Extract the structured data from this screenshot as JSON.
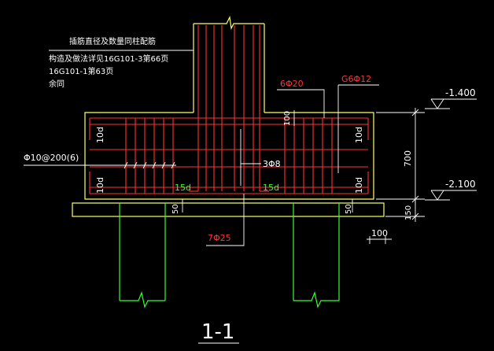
{
  "drawing": {
    "section_title": "1-1",
    "note_top": "插筋直径及数量同柱配筋",
    "note_lines": [
      "构造及做法详见16G101-3第66页",
      "16G101-1第63页",
      "余同"
    ],
    "stirrup_callout": "Φ10@200(6)",
    "rebar_top": "6Φ20",
    "rebar_side": "G6Φ12",
    "rebar_mid": "3Φ8",
    "rebar_bottom": "7Φ25",
    "anchor_left_top": "10d",
    "anchor_left_bottom": "10d",
    "anchor_right_top": "10d",
    "anchor_right_bottom": "10d",
    "lap_left": "15d",
    "lap_right": "15d",
    "cover_top": "100",
    "cover_left": "50",
    "cover_right": "50",
    "dim_depth": "700",
    "dim_cushion": "150",
    "dim_offset": "100",
    "elev_top": "-1.400",
    "elev_bottom": "-2.100"
  },
  "colors": {
    "background": "#000000",
    "concrete": "#ffff66",
    "rebar": "#ff3333",
    "piles": "#33ff33",
    "dimension": "#ffffff",
    "lap_text": "#33ff33"
  }
}
